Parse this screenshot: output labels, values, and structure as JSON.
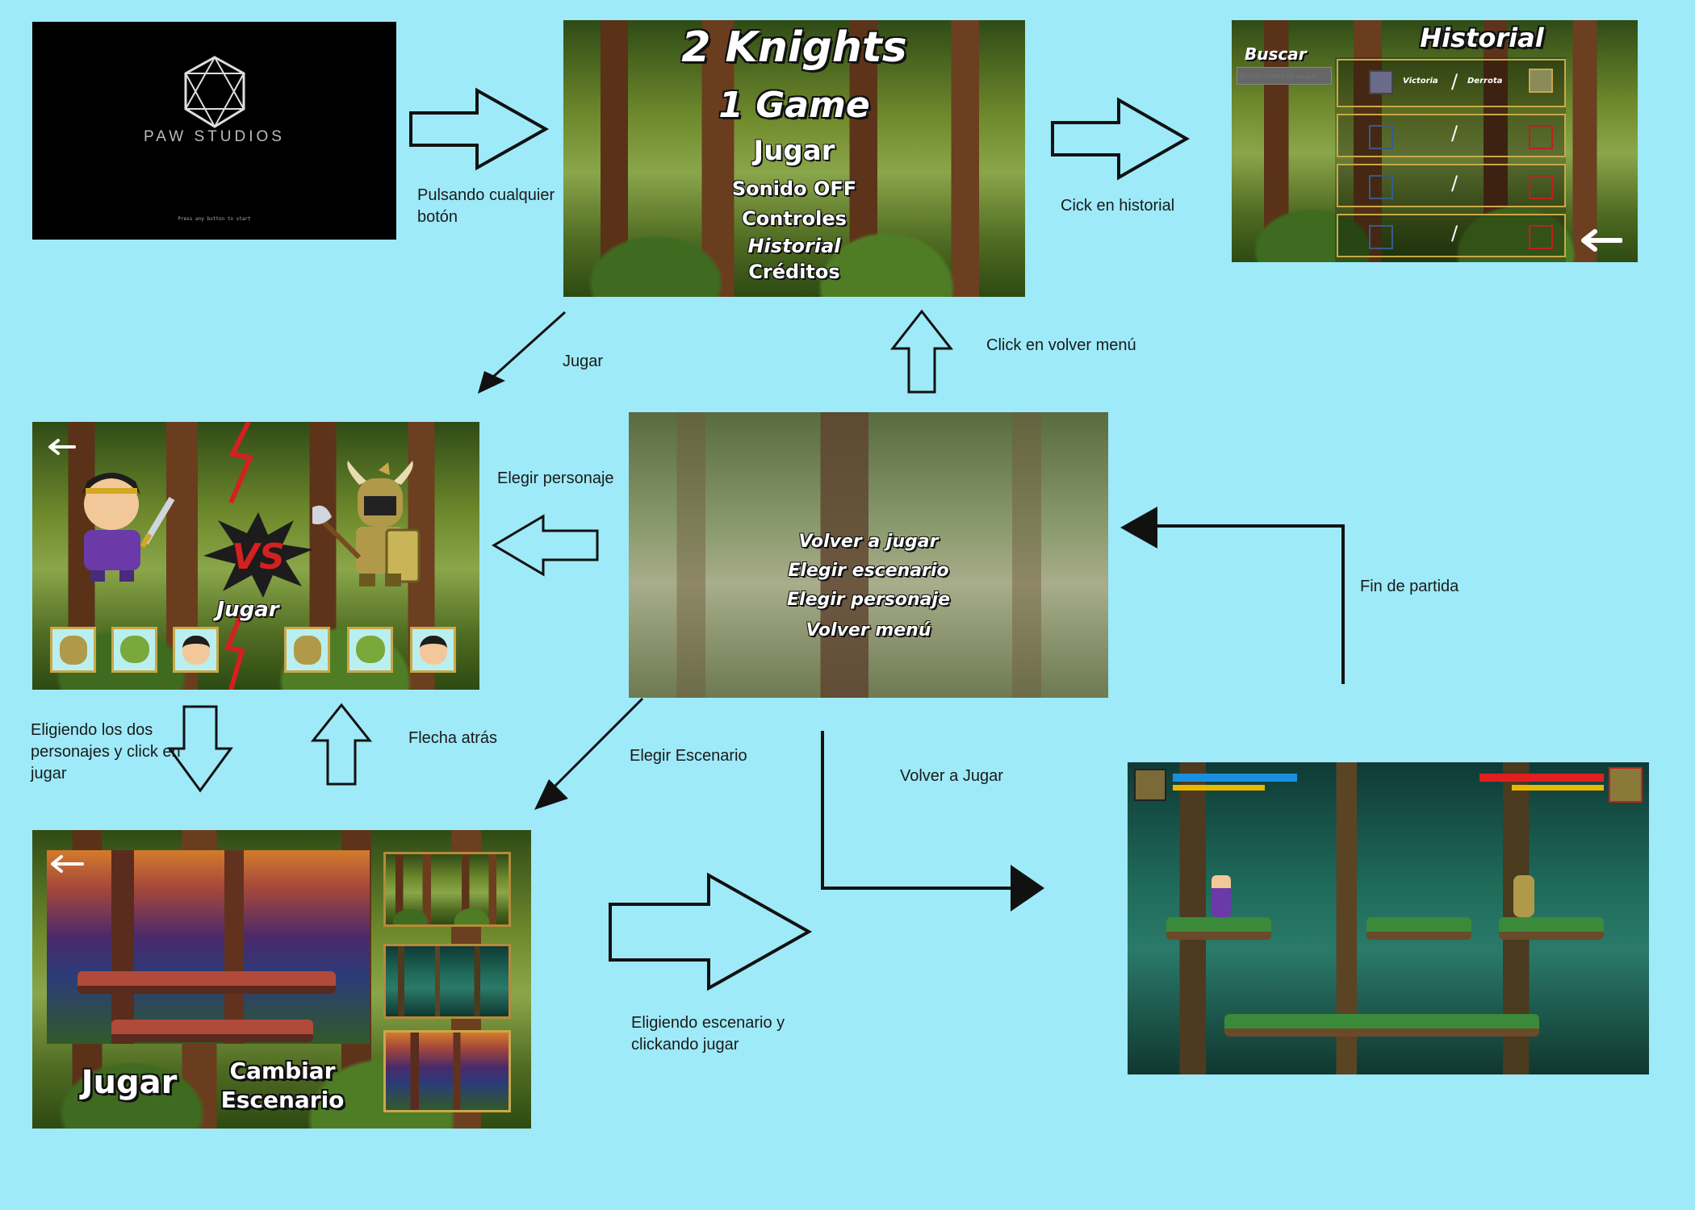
{
  "splash": {
    "brand": "PAW STUDIOS",
    "hint": "Press any button to start"
  },
  "main_menu": {
    "title_line1": "2 Knights",
    "title_line2": "1 Game",
    "items": [
      "Jugar",
      "Sonido OFF",
      "Controles",
      "Historial",
      "Créditos"
    ]
  },
  "history": {
    "title": "Historial",
    "search_label": "Buscar",
    "search_placeholder": "Escribir nombre de usuario",
    "win_label": "Victoria",
    "loss_label": "Derrota",
    "separator": "/"
  },
  "char_select": {
    "vs": "VS",
    "play": "Jugar",
    "back_icon": "back-arrow-icon"
  },
  "end_menu": {
    "items": [
      "Volver a jugar",
      "Elegir escenario",
      "Elegir personaje",
      "Volver menú"
    ]
  },
  "stage_select": {
    "play": "Jugar",
    "change_line1": "Cambiar",
    "change_line2": "Escenario"
  },
  "labels": {
    "press_any": "Pulsando cualquier botón",
    "click_history": "Cick en historial",
    "play": "Jugar",
    "click_back_menu": "Click en volver menú",
    "choose_character": "Elegir personaje",
    "end_of_match": "Fin de partida",
    "choosing_two": "Eligiendo los dos personajes y click en jugar",
    "back_arrow": "Flecha atrás",
    "choose_stage": "Elegir Escenario",
    "play_again": "Volver a Jugar",
    "choosing_stage_play": "Eligiendo escenario y clickando jugar"
  },
  "colors": {
    "background": "#9eeaf8",
    "p1_health": "#1a8fe0",
    "p2_health": "#e02020",
    "energy": "#e8b800"
  }
}
